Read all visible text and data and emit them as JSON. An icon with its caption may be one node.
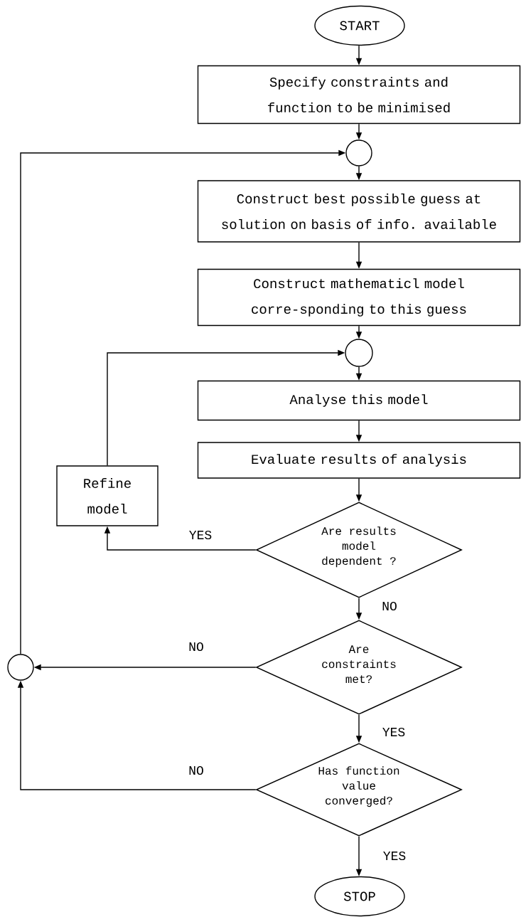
{
  "diagram": {
    "nodes": [
      {
        "text": [
          "START"
        ]
      },
      {
        "text": [
          "Specify constraints and function to be minimised"
        ]
      },
      {
        "text": [],
        "shape": "circle"
      },
      {
        "text": [
          "Construct best possible guess at solution on basis of info. available"
        ]
      },
      {
        "text": [
          "Construct mathematicl model corre-sponding to this guess"
        ]
      },
      {
        "text": [],
        "shape": "circle"
      },
      {
        "text": [
          "Analyse this model"
        ]
      },
      {
        "text": [
          "Evaluate results of analysis"
        ]
      },
      {
        "text": [
          "Refine model"
        ]
      },
      {
        "text": [
          "Are results model dependent ?"
        ]
      },
      {
        "text": [
          "Are constraints met?"
        ]
      },
      {
        "text": [],
        "shape": "circle"
      },
      {
        "text": [
          "Has function value converged?"
        ]
      },
      {
        "text": [
          "STOP"
        ]
      }
    ],
    "edges": [
      {
        "from": 0,
        "to": 1,
        "arrow": "to"
      },
      {
        "from": 1,
        "to": 2,
        "arrow": "to"
      },
      {
        "from": 2,
        "to": 3,
        "arrow": "to"
      },
      {
        "from": 3,
        "to": 4,
        "arrow": "to"
      },
      {
        "from": 4,
        "to": 5,
        "arrow": "to"
      },
      {
        "from": 5,
        "to": 6,
        "arrow": "to"
      },
      {
        "from": 6,
        "to": 7,
        "arrow": "to"
      },
      {
        "from": 7,
        "to": 9,
        "arrow": "to"
      },
      {
        "from": 9,
        "to": 8,
        "arrow": "to",
        "label": "YES"
      },
      {
        "from": 8,
        "to": 5,
        "arrow": "to"
      },
      {
        "from": 9,
        "to": 10,
        "arrow": "to",
        "label": "NO"
      },
      {
        "from": 10,
        "to": 11,
        "arrow": "to",
        "label": "NO"
      },
      {
        "from": 10,
        "to": 12,
        "arrow": "to",
        "label": "YES"
      },
      {
        "from": 12,
        "to": 11,
        "arrow": "to",
        "label": "NO"
      },
      {
        "from": 12,
        "to": 13,
        "arrow": "to",
        "label": "YES"
      },
      {
        "from": 11,
        "to": 2,
        "arrow": "to"
      }
    ]
  }
}
